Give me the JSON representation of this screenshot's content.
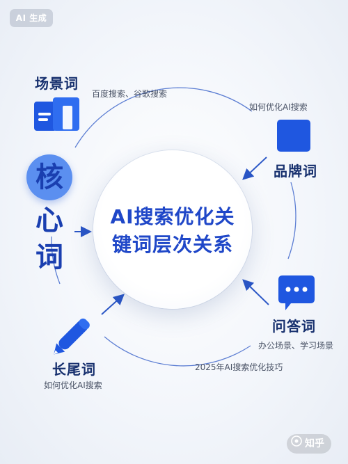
{
  "badge": "AI 生成",
  "center": {
    "line1": "AI搜索优化关",
    "line2": "键词层次关系"
  },
  "core": {
    "chars": [
      "核",
      "心",
      "词"
    ]
  },
  "nodes": {
    "scene": {
      "title": "场景词",
      "subtitle": "百度搜索、谷歌搜索"
    },
    "brand": {
      "title": "品牌词",
      "subtitle": "如何优化AI搜索"
    },
    "qa": {
      "title": "问答词",
      "subtitle": "办公场景、学习场景"
    },
    "longtail": {
      "title": "长尾词",
      "subtitle": "如何优化AI搜索"
    },
    "bottom_note": "2025年AI搜索优化技巧"
  },
  "watermark": "知乎",
  "colors": {
    "accent": "#1f57e0",
    "dark": "#17306e",
    "ring": "#2a56c6"
  },
  "icons": {
    "scene": "document-icon",
    "brand": "square-icon",
    "qa": "chat-bubble-icon",
    "longtail": "pen-icon",
    "watermark": "zhihu-logo-icon"
  }
}
